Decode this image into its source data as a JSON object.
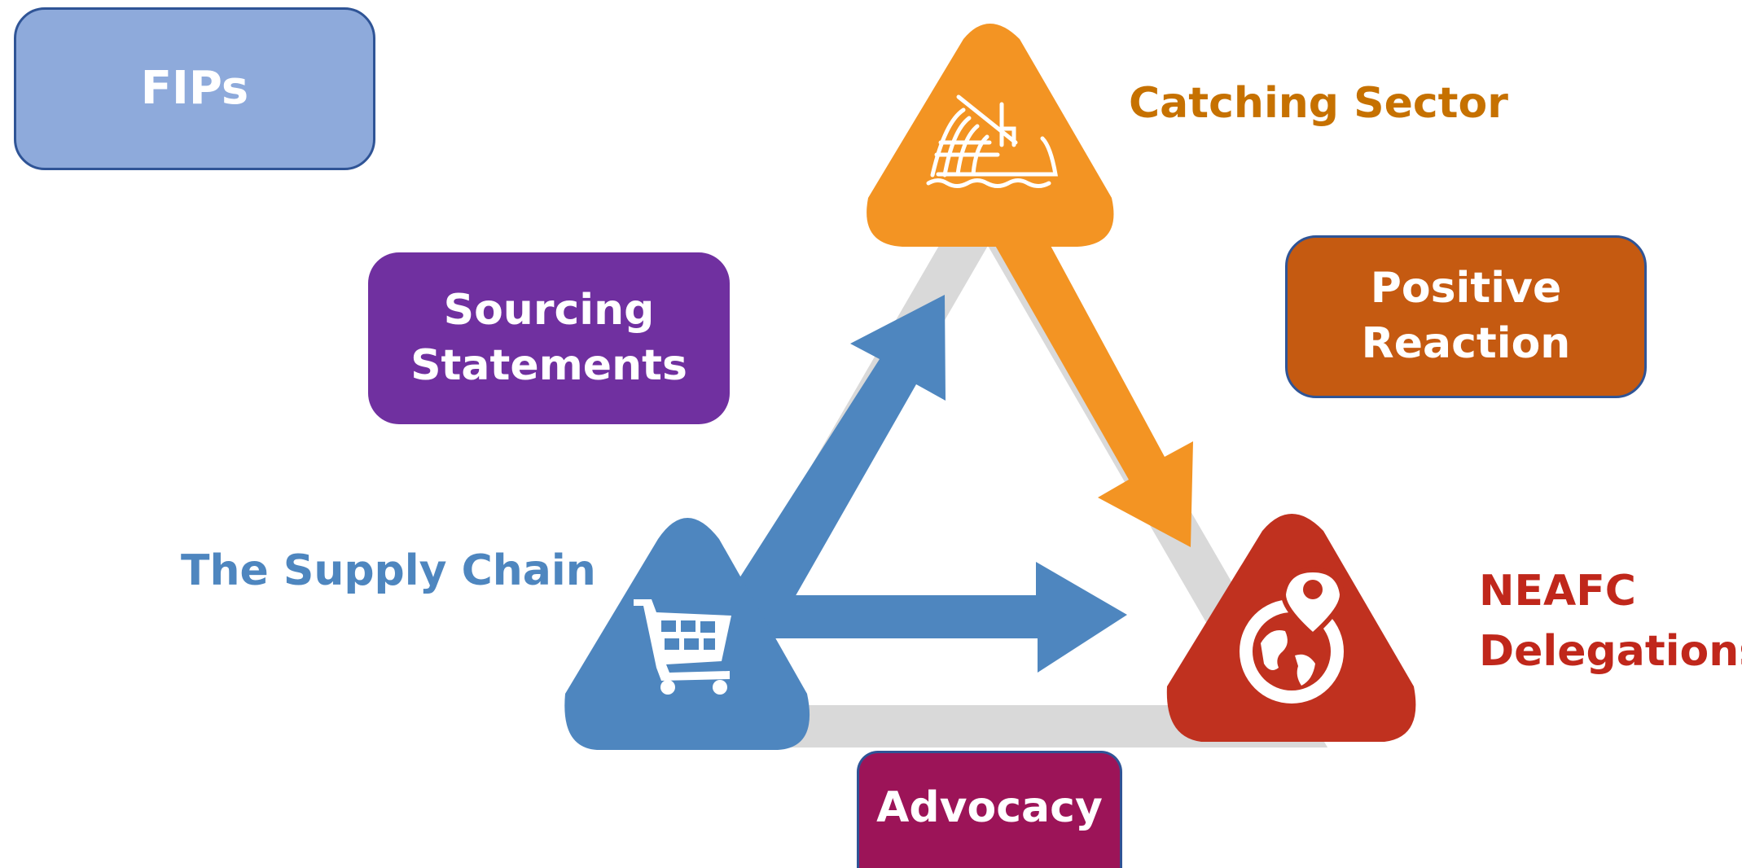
{
  "diagram": {
    "boxes": {
      "fips": "FIPs",
      "sourcing_statements": "Sourcing\nStatements",
      "positive_reaction": "Positive\nReaction",
      "advocacy": "Advocacy"
    },
    "nodes": {
      "catching_sector": {
        "label": "Catching Sector",
        "icon": "fishing-boat-icon",
        "color": "#f39423"
      },
      "supply_chain": {
        "label": "The Supply Chain",
        "icon": "shopping-cart-icon",
        "color": "#4e86bf"
      },
      "neafc_delegations": {
        "label": "NEAFC\nDelegations",
        "icon": "globe-location-icon",
        "color": "#c0311f"
      }
    },
    "colors": {
      "fips_fill": "#8eaadb",
      "sourcing_fill": "#7030a0",
      "positive_fill": "#c55a11",
      "advocacy_fill": "#9c1458",
      "track_gray": "#d9d9d9",
      "box_border": "#2f5496"
    }
  }
}
